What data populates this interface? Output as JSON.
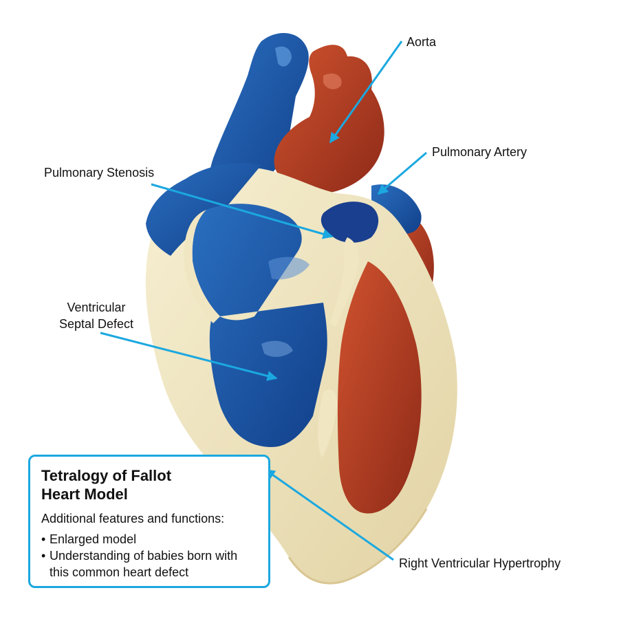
{
  "labels": {
    "aorta": "Aorta",
    "pulmonary_artery": "Pulmonary Artery",
    "pulmonary_stenosis": "Pulmonary Stenosis",
    "vsd_line1": "Ventricular",
    "vsd_line2": "Septal Defect",
    "rvh": "Right Ventricular Hypertrophy"
  },
  "info_box": {
    "title_line1": "Tetralogy of Fallot",
    "title_line2": "Heart Model",
    "subtitle": "Additional features and functions:",
    "bullets": [
      "Enlarged model",
      "Understanding of babies born with this common heart defect"
    ]
  },
  "colors": {
    "accent": "#1ba8e0",
    "vein_blue": "#1a5aa8",
    "chamber_blue": "#1a3f8f",
    "artery_red": "#b53a22",
    "myocardium": "#efe4be"
  }
}
